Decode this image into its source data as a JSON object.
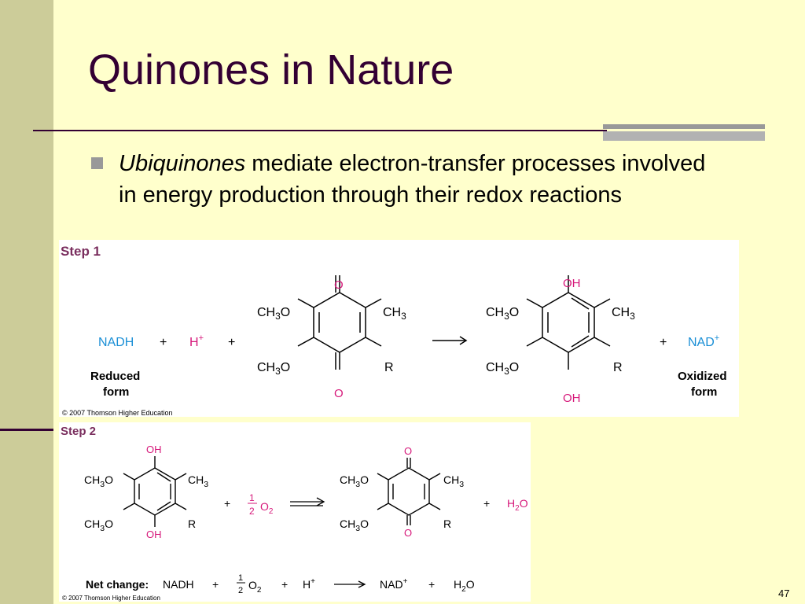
{
  "slide": {
    "title": "Quinones in Nature",
    "bullet_em": "Ubiquinones",
    "bullet_rest": " mediate electron-transfer processes involved in energy production through their redox reactions",
    "slide_number": "47"
  },
  "fig1": {
    "step_label": "Step 1",
    "nadh": "NADH",
    "plus": "+",
    "h_plus": "H",
    "plus_sup": "+",
    "o": "O",
    "oh": "OH",
    "r": "R",
    "ch3o": "CH3O",
    "ch3": "CH3",
    "nad": "NAD",
    "reduced_1": "Reduced",
    "reduced_2": "form",
    "oxidized_1": "Oxidized",
    "oxidized_2": "form",
    "copyright": "© 2007 Thomson Higher Education"
  },
  "fig2": {
    "step_label": "Step 2",
    "o2": "O",
    "half_num": "1",
    "half_den": "2",
    "h2o": "H",
    "h2o_tail": "O",
    "net_change": "Net change:",
    "nadh": "NADH",
    "nad": "NAD",
    "copyright": "© 2007 Thomson Higher Education"
  },
  "colors": {
    "background": "#ffffcc",
    "sidebar": "#cccc99",
    "title": "#330033",
    "chem_blue": "#1a8fd6",
    "chem_magenta": "#d6187a",
    "step_purple": "#7a2e5e"
  }
}
